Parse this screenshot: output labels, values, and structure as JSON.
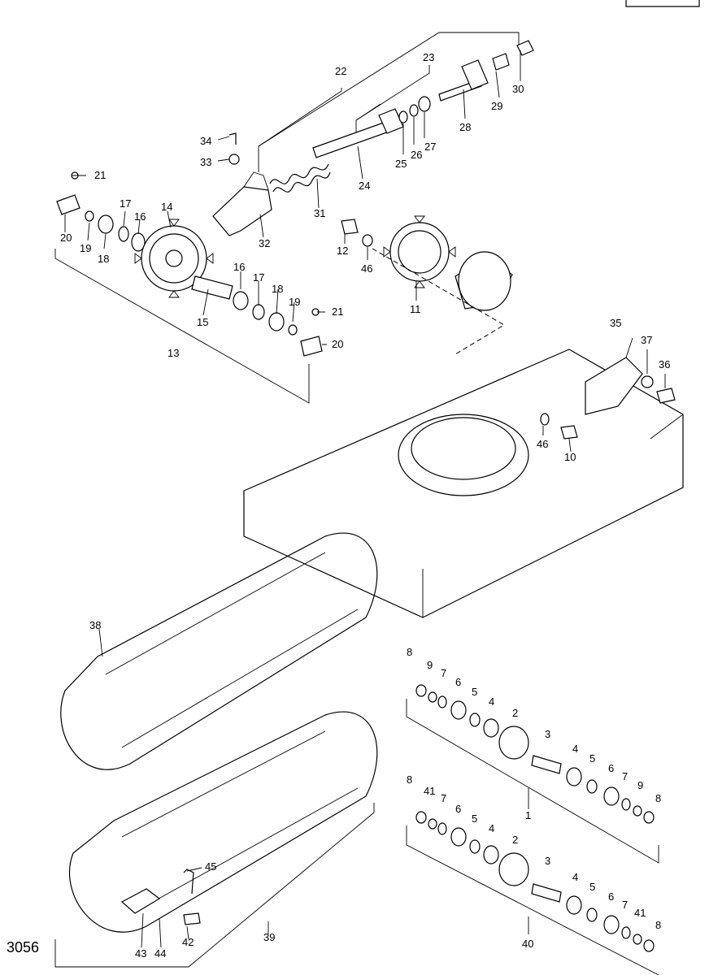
{
  "diagram_code": "3056",
  "callouts": [
    {
      "id": "c22",
      "text": "22"
    },
    {
      "id": "c23",
      "text": "23"
    },
    {
      "id": "c30",
      "text": "30"
    },
    {
      "id": "c29",
      "text": "29"
    },
    {
      "id": "c28",
      "text": "28"
    },
    {
      "id": "c27",
      "text": "27"
    },
    {
      "id": "c26",
      "text": "26"
    },
    {
      "id": "c25",
      "text": "25"
    },
    {
      "id": "c24",
      "text": "24"
    },
    {
      "id": "c34",
      "text": "34"
    },
    {
      "id": "c33",
      "text": "33"
    },
    {
      "id": "c31",
      "text": "31"
    },
    {
      "id": "c32",
      "text": "32"
    },
    {
      "id": "c21a",
      "text": "21"
    },
    {
      "id": "c20a",
      "text": "20"
    },
    {
      "id": "c19a",
      "text": "19"
    },
    {
      "id": "c18a",
      "text": "18"
    },
    {
      "id": "c17a",
      "text": "17"
    },
    {
      "id": "c16a",
      "text": "16"
    },
    {
      "id": "c14",
      "text": "14"
    },
    {
      "id": "c15",
      "text": "15"
    },
    {
      "id": "c16b",
      "text": "16"
    },
    {
      "id": "c17b",
      "text": "17"
    },
    {
      "id": "c18b",
      "text": "18"
    },
    {
      "id": "c19b",
      "text": "19"
    },
    {
      "id": "c21b",
      "text": "21"
    },
    {
      "id": "c20b",
      "text": "20"
    },
    {
      "id": "c13",
      "text": "13"
    },
    {
      "id": "c12",
      "text": "12"
    },
    {
      "id": "c46a",
      "text": "46"
    },
    {
      "id": "c11",
      "text": "11"
    },
    {
      "id": "c35",
      "text": "35"
    },
    {
      "id": "c37",
      "text": "37"
    },
    {
      "id": "c36",
      "text": "36"
    },
    {
      "id": "c46b",
      "text": "46"
    },
    {
      "id": "c10",
      "text": "10"
    },
    {
      "id": "c38",
      "text": "38"
    },
    {
      "id": "r8a",
      "text": "8"
    },
    {
      "id": "r9a",
      "text": "9"
    },
    {
      "id": "r7a",
      "text": "7"
    },
    {
      "id": "r6a",
      "text": "6"
    },
    {
      "id": "r5a",
      "text": "5"
    },
    {
      "id": "r4a",
      "text": "4"
    },
    {
      "id": "r2a",
      "text": "2"
    },
    {
      "id": "r3a",
      "text": "3"
    },
    {
      "id": "r4b",
      "text": "4"
    },
    {
      "id": "r5b",
      "text": "5"
    },
    {
      "id": "r6b",
      "text": "6"
    },
    {
      "id": "r7b",
      "text": "7"
    },
    {
      "id": "r9b",
      "text": "9"
    },
    {
      "id": "r8b",
      "text": "8"
    },
    {
      "id": "c1",
      "text": "1"
    },
    {
      "id": "s8a",
      "text": "8"
    },
    {
      "id": "s41a",
      "text": "41"
    },
    {
      "id": "s7a",
      "text": "7"
    },
    {
      "id": "s6a",
      "text": "6"
    },
    {
      "id": "s5a",
      "text": "5"
    },
    {
      "id": "s4a",
      "text": "4"
    },
    {
      "id": "s2a",
      "text": "2"
    },
    {
      "id": "s3a",
      "text": "3"
    },
    {
      "id": "s4b",
      "text": "4"
    },
    {
      "id": "s5b",
      "text": "5"
    },
    {
      "id": "s6b",
      "text": "6"
    },
    {
      "id": "s7b",
      "text": "7"
    },
    {
      "id": "s41b",
      "text": "41"
    },
    {
      "id": "s8b",
      "text": "8"
    },
    {
      "id": "c40",
      "text": "40"
    },
    {
      "id": "c45",
      "text": "45"
    },
    {
      "id": "c39",
      "text": "39"
    },
    {
      "id": "c42",
      "text": "42"
    },
    {
      "id": "c43",
      "text": "43"
    },
    {
      "id": "c44",
      "text": "44"
    }
  ]
}
